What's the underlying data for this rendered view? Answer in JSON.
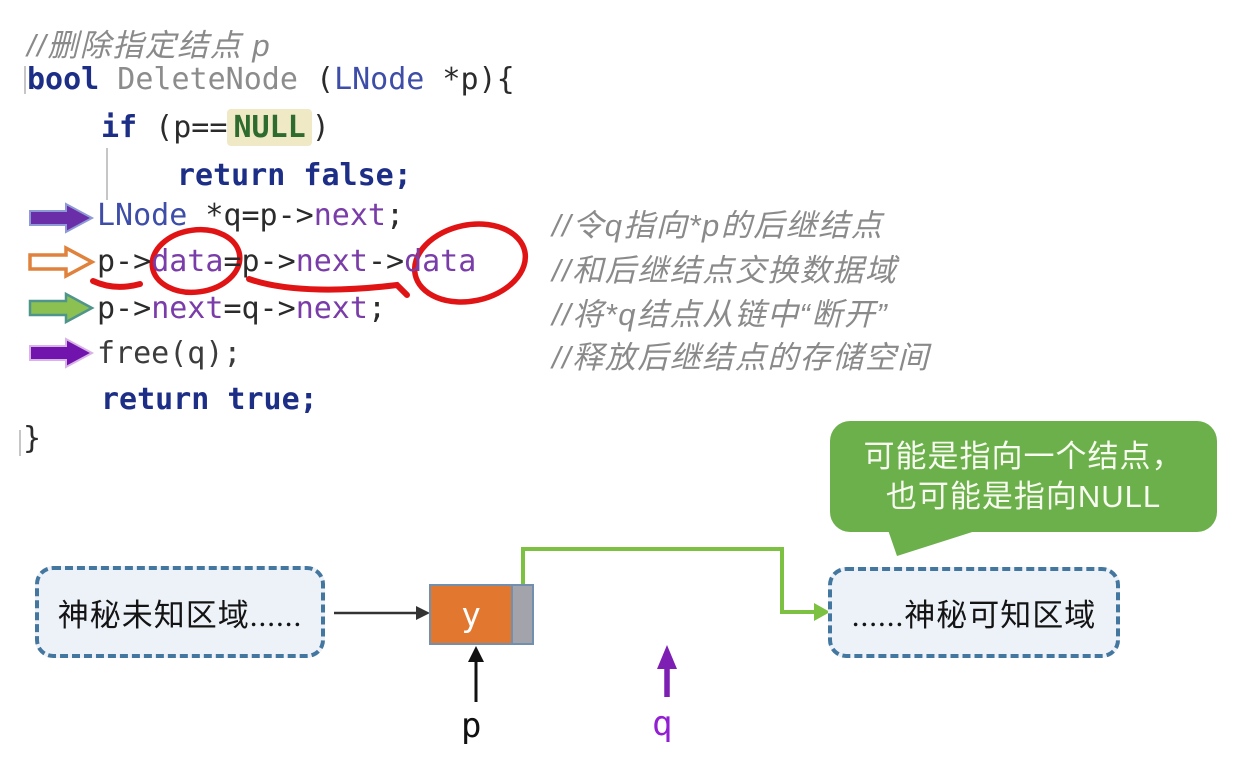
{
  "code": {
    "title_comment": "//删除指定结点 p",
    "decl": {
      "kw": "bool",
      "name": " DeleteNode ",
      "paren": "(",
      "type": "LNode",
      "rest": " *p){"
    },
    "if_line": {
      "kw": "if",
      "pre": " (p==",
      "null_kw": "NULL",
      "post": ")"
    },
    "return_false": "return false;",
    "assign_q": {
      "type": "LNode",
      "a": " *q=p->",
      "id1": "next",
      "b": ";"
    },
    "swap_data": {
      "a": "p->",
      "id1": "data",
      "b": "=p->",
      "id2": "next",
      "c": "->",
      "id3": "data"
    },
    "relink": {
      "a": "p->",
      "id1": "next",
      "b": "=q->",
      "id2": "next",
      "c": ";"
    },
    "free_line": "free(q);",
    "return_true": "return true;",
    "closing_brace": "}"
  },
  "side_comments": {
    "c1": "//令q指向*p的后继结点",
    "c2": "//和后继结点交换数据域",
    "c3": "//将*q结点从链中“断开”",
    "c4": "//释放后继结点的存储空间"
  },
  "bubble": {
    "line1": "可能是指向一个结点，",
    "line2": "也可能是指向NULL",
    "color": "#6cb04c"
  },
  "diagram": {
    "left_box_text": "神秘未知区域......",
    "right_box_text": "......神秘可知区域",
    "node_value": "y",
    "label_p": "p",
    "label_q": "q"
  },
  "colors": {
    "keyword_blue": "#1d2e86",
    "type_navy": "#3d4da8",
    "identifier_purple": "#7a3ca8",
    "comment_gray": "#8a8a8a",
    "null_green": "#2e6b2e",
    "null_highlight": "#f0e9c6",
    "annotation_red": "#e01414",
    "step_arrow_indigo": "#6a2fa8",
    "step_arrow_orange": "#e0813c",
    "step_arrow_green": "#8cc152",
    "step_arrow_purple": "#7014ad",
    "link_green": "#7cc142",
    "pointer_purple": "#7d1fb3",
    "node_orange": "#e2782f",
    "node_gray": "#a3a3ab",
    "dashed_border_blue": "#44779f"
  }
}
